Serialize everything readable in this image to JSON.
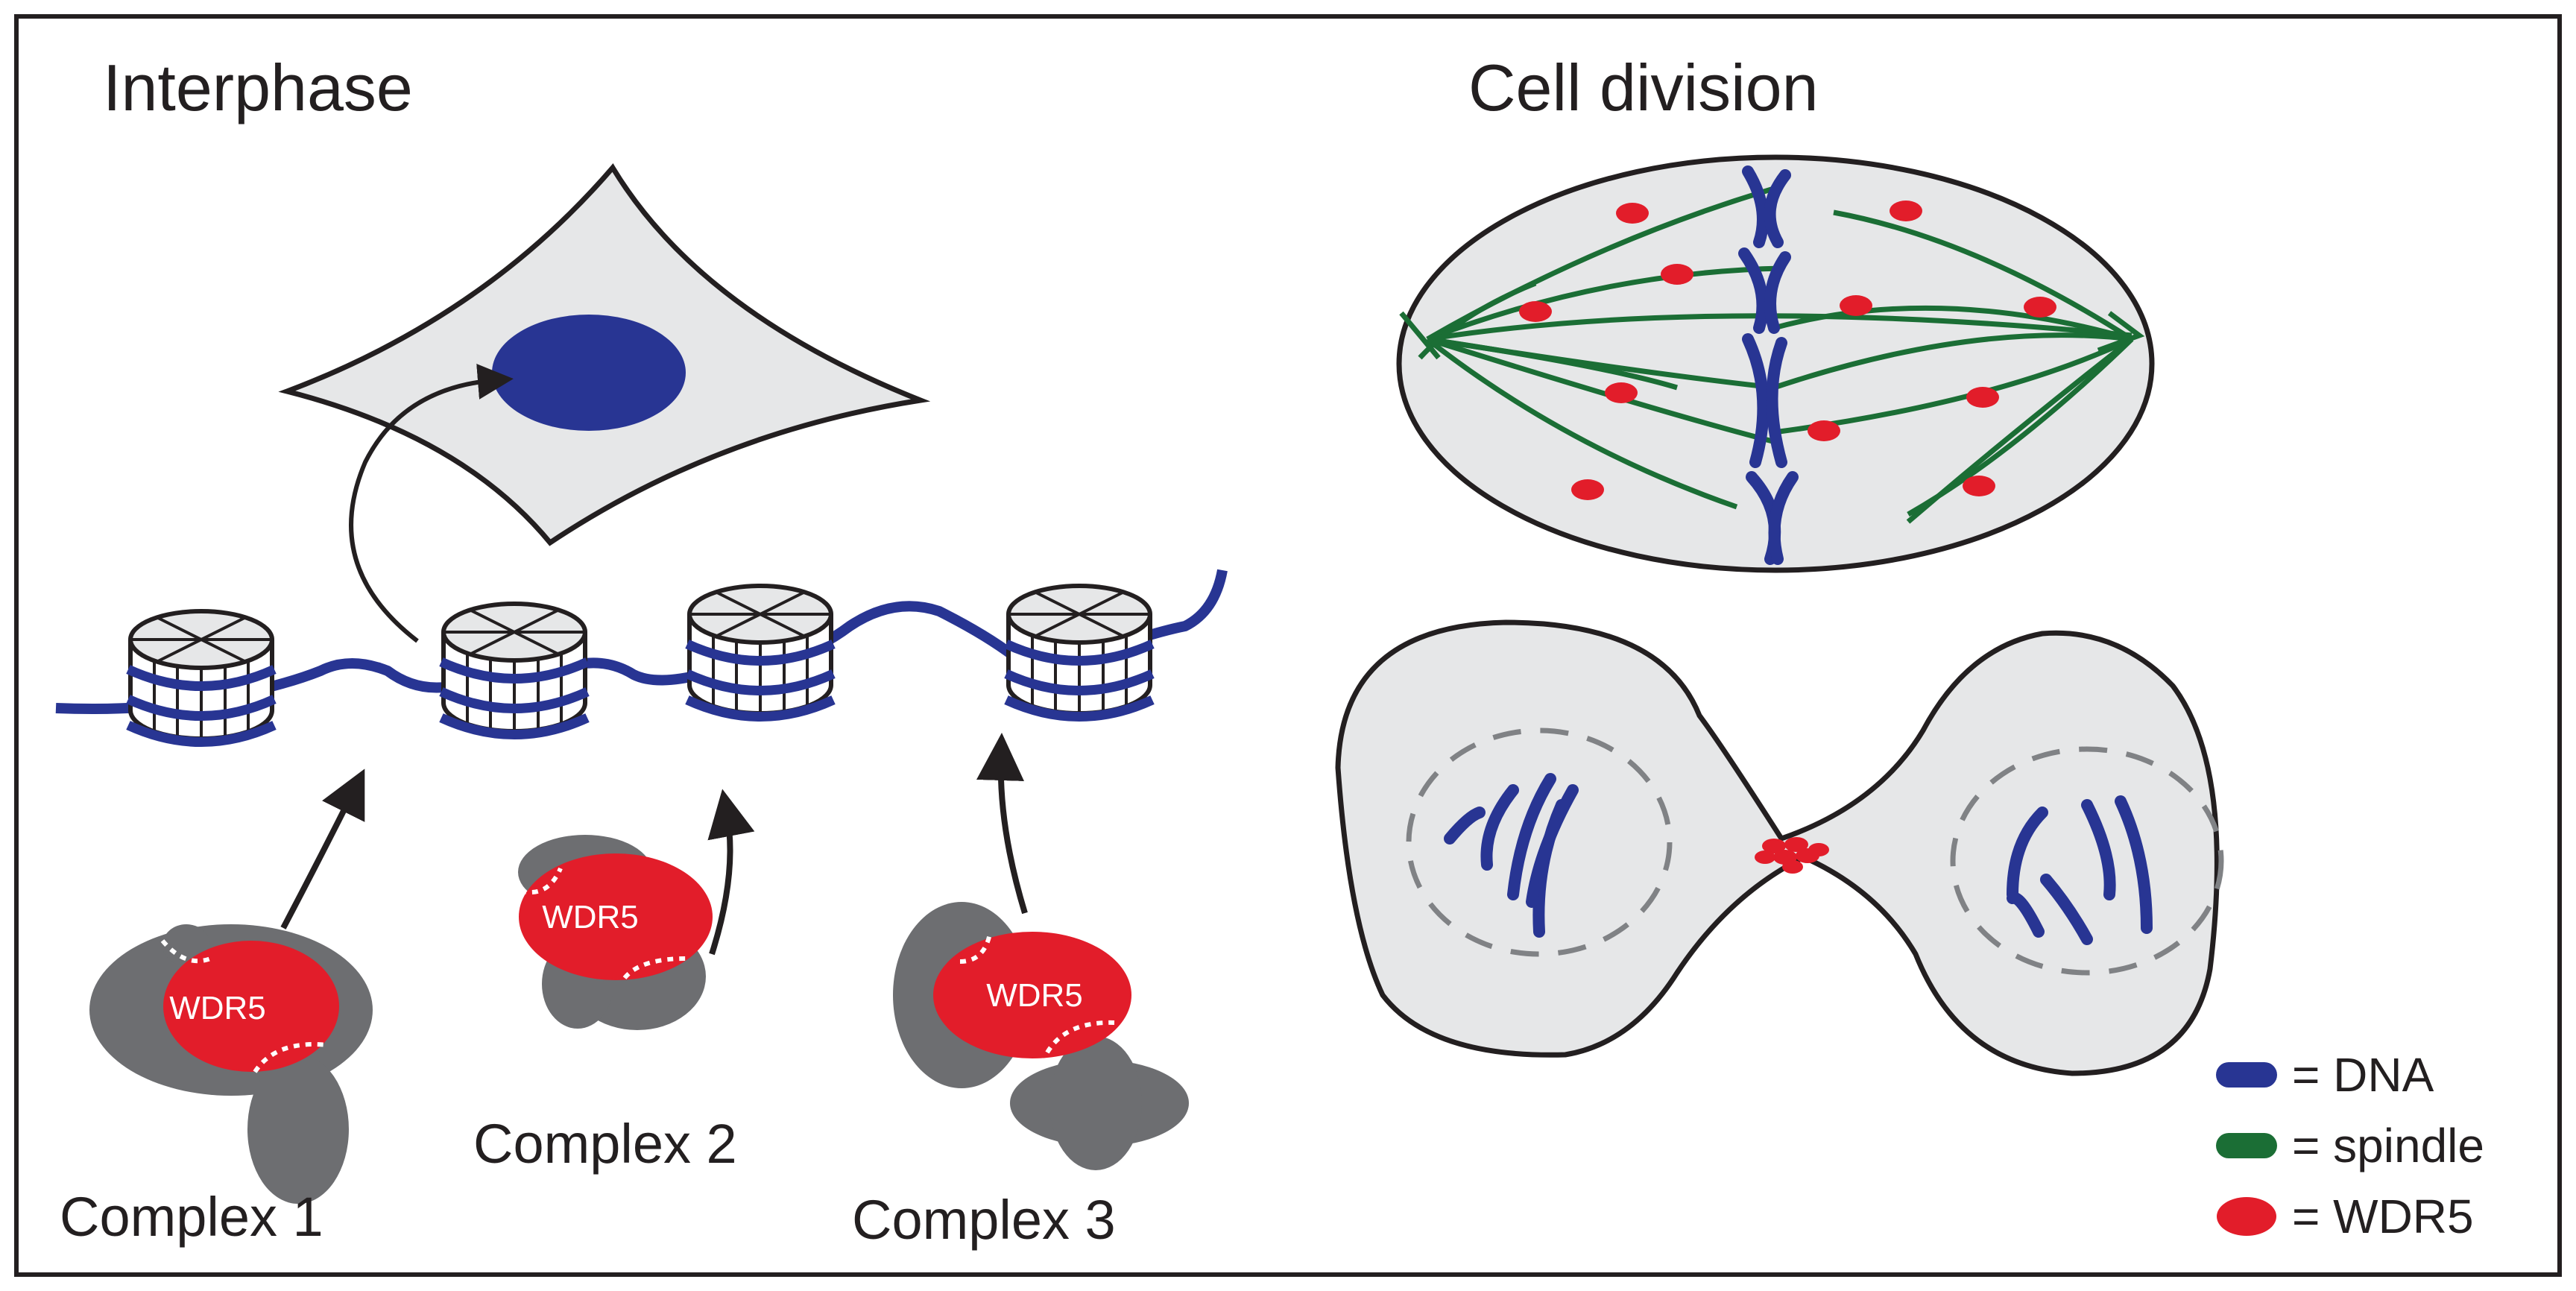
{
  "panels": {
    "interphase": {
      "title": "Interphase"
    },
    "cell_division": {
      "title": "Cell division"
    }
  },
  "complexes": [
    {
      "label": "Complex 1",
      "protein": "WDR5"
    },
    {
      "label": "Complex 2",
      "protein": "WDR5"
    },
    {
      "label": "Complex 3",
      "protein": "WDR5"
    }
  ],
  "legend": [
    {
      "label": "= DNA",
      "color": "#283593"
    },
    {
      "label": "= spindle",
      "color": "#1b6e35"
    },
    {
      "label": "= WDR5",
      "color": "#e21d2a"
    }
  ],
  "colors": {
    "dna": "#283593",
    "spindle": "#1b6e35",
    "wdr5": "#e21d2a",
    "partner": "#6d6e71",
    "cell_fill": "#e6e7e8",
    "outline": "#231f20"
  }
}
